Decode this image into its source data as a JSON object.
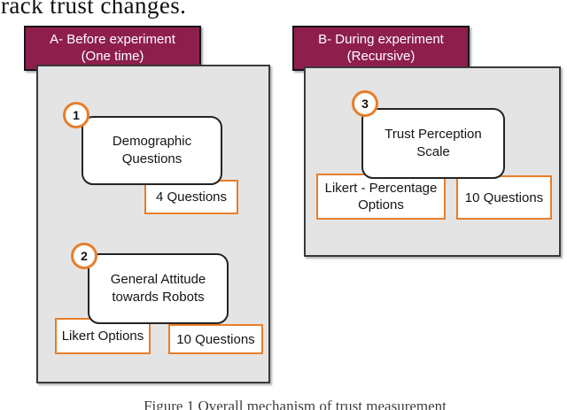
{
  "intro_text": "rack trust changes.",
  "caption": "Figure 1 Overall mechanism of trust measurement",
  "colors": {
    "maroon": "#8E1F4D",
    "orange": "#E87E29",
    "panel_bg": "#E4E4E4"
  },
  "panel_a": {
    "tab_line1": "A- Before experiment",
    "tab_line2": "(One time)",
    "step1": {
      "number": "1",
      "title": "Demographic Questions",
      "tag1": "4 Questions"
    },
    "step2": {
      "number": "2",
      "title": "General Attitude towards Robots",
      "tag1": "Likert Options",
      "tag2": "10 Questions"
    }
  },
  "panel_b": {
    "tab_line1": "B- During experiment",
    "tab_line2": "(Recursive)",
    "step3": {
      "number": "3",
      "title": "Trust Perception Scale",
      "tag1": "Likert - Percentage Options",
      "tag2": "10 Questions"
    }
  }
}
